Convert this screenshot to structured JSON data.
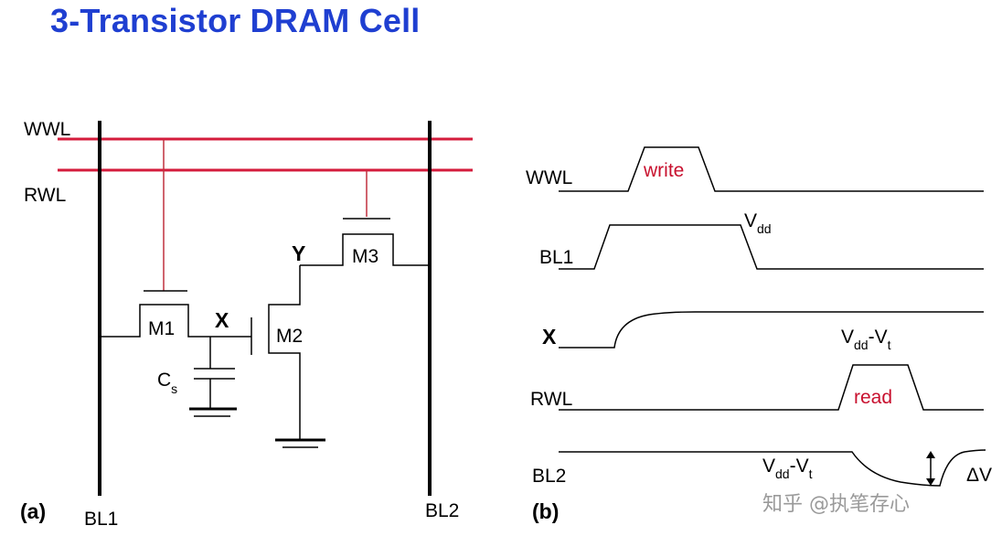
{
  "title": "3-Transistor DRAM Cell",
  "colors": {
    "title": "#1f3fd1",
    "wordline": "#d41c3c",
    "signal_label": "#c8102e"
  },
  "circuit": {
    "panel_label": "(a)",
    "wwl": "WWL",
    "rwl": "RWL",
    "bl1": "BL1",
    "bl2": "BL2",
    "m1": "M1",
    "m2": "M2",
    "m3": "M3",
    "node_x": "X",
    "node_y": "Y",
    "cap_main": "C",
    "cap_sub": "s"
  },
  "waveforms": {
    "panel_label": "(b)",
    "wwl": "WWL",
    "write": "write",
    "bl1": "BL1",
    "vdd_main": "V",
    "vdd_sub": "dd",
    "x": "X",
    "vdd_vt_1_main": "V",
    "vdd_vt_1_sub": "dd",
    "vdd_vt_1_dash": "-V",
    "vdd_vt_1_sub2": "t",
    "rwl": "RWL",
    "read": "read",
    "bl2": "BL2",
    "vdd_vt_2_main": "V",
    "vdd_vt_2_sub": "dd",
    "vdd_vt_2_dash": "-V",
    "vdd_vt_2_sub2": "t",
    "delta_v": "ΔV"
  },
  "watermark": "知乎 @执笔存心"
}
